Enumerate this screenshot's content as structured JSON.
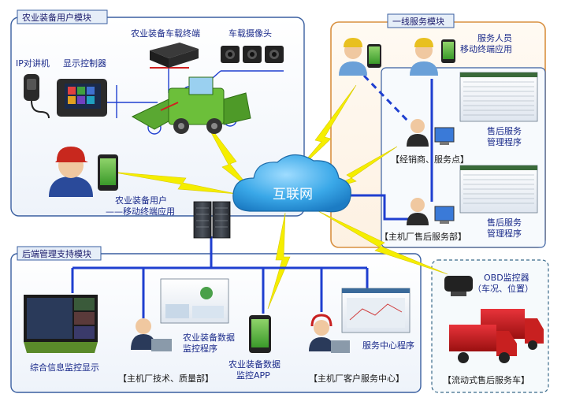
{
  "sections": {
    "agri_user_module": "农业装备用户模块",
    "frontline_service": "一线服务模块",
    "backend_support": "后端管理支持模块"
  },
  "labels": {
    "vehicle_terminal": "农业装备车载终端",
    "vehicle_camera": "车载摄像头",
    "ip_intercom": "IP对讲机",
    "display_controller": "显示控制器",
    "agri_user_line1": "农业装备用户",
    "agri_user_line2": "——移动终端应用",
    "internet": "互联网",
    "service_staff_line1": "服务人员",
    "service_staff_line2": "移动终端应用",
    "aftersales_prog1_line1": "售后服务",
    "aftersales_prog1_line2": "管理程序",
    "dealer": "【经销商、服务点】",
    "aftersales_prog2_line1": "售后服务",
    "aftersales_prog2_line2": "管理程序",
    "oem_aftersales": "【主机厂售后服务部】",
    "obd_line1": "OBD监控器",
    "obd_line2": "（车况、位置）",
    "mobile_service_vehicle": "【流动式售后服务车】",
    "integrated_display": "综合信息监控显示",
    "monitor_prog_line1": "农业装备数据",
    "monitor_prog_line2": "监控程序",
    "monitor_app_line1": "农业装备数据",
    "monitor_app_line2": "监控APP",
    "oem_tech_quality": "【主机厂技术、质量部】",
    "service_center_prog": "服务中心程序",
    "oem_customer_service": "【主机厂客户服务中心】"
  },
  "colors": {
    "section_border": "#3a5fa0",
    "frontline_border": "#d89040",
    "blue_line": "#1f3fd0",
    "lightning": "#f5ee00",
    "cloud": "#3aa8e8",
    "label_text": "#1a2a8a"
  },
  "icons": [
    "intercom-icon",
    "display-controller-icon",
    "terminal-box-icon",
    "camera-icon",
    "harvester-icon",
    "user-avatar-icon",
    "phone-icon",
    "server-rack-icon",
    "cloud-icon",
    "service-staff-icon",
    "monitor-screen-icon",
    "computer-user-icon",
    "obd-device-icon",
    "service-truck-icon",
    "video-wall-icon",
    "headset-operator-icon",
    "lightning-icon"
  ]
}
